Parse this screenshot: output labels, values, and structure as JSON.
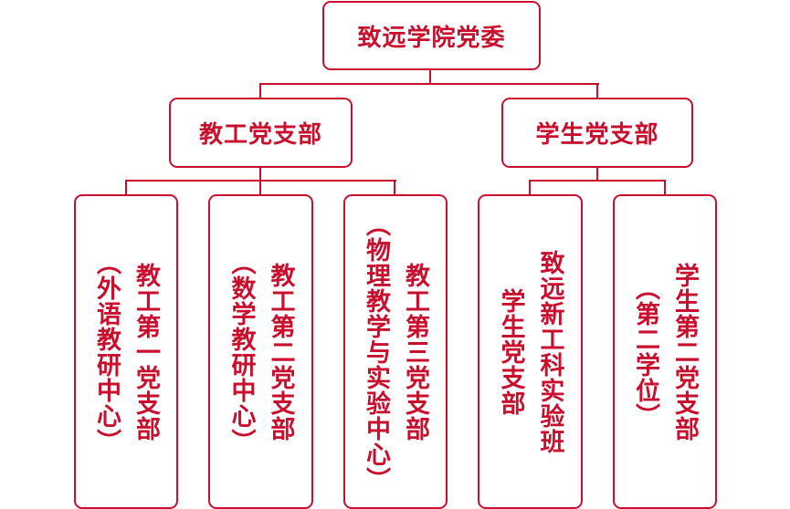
{
  "root": {
    "label": "致远学院党委"
  },
  "branches": [
    {
      "label": "教工党支部",
      "children": [
        {
          "title": "教工第一党支部",
          "subtitle": "（外语教研中心）"
        },
        {
          "title": "教工第二党支部",
          "subtitle": "（数学教研中心）"
        },
        {
          "title": "教工第三党支部",
          "subtitle": "（物理教学与实验中心）"
        }
      ]
    },
    {
      "label": "学生党支部",
      "children": [
        {
          "title": "致远新工科实验班",
          "subtitle": "学生党支部"
        },
        {
          "title": "学生第二党支部",
          "subtitle": "（第二学位）"
        }
      ]
    }
  ],
  "colors": {
    "accent": "#c8102e"
  }
}
